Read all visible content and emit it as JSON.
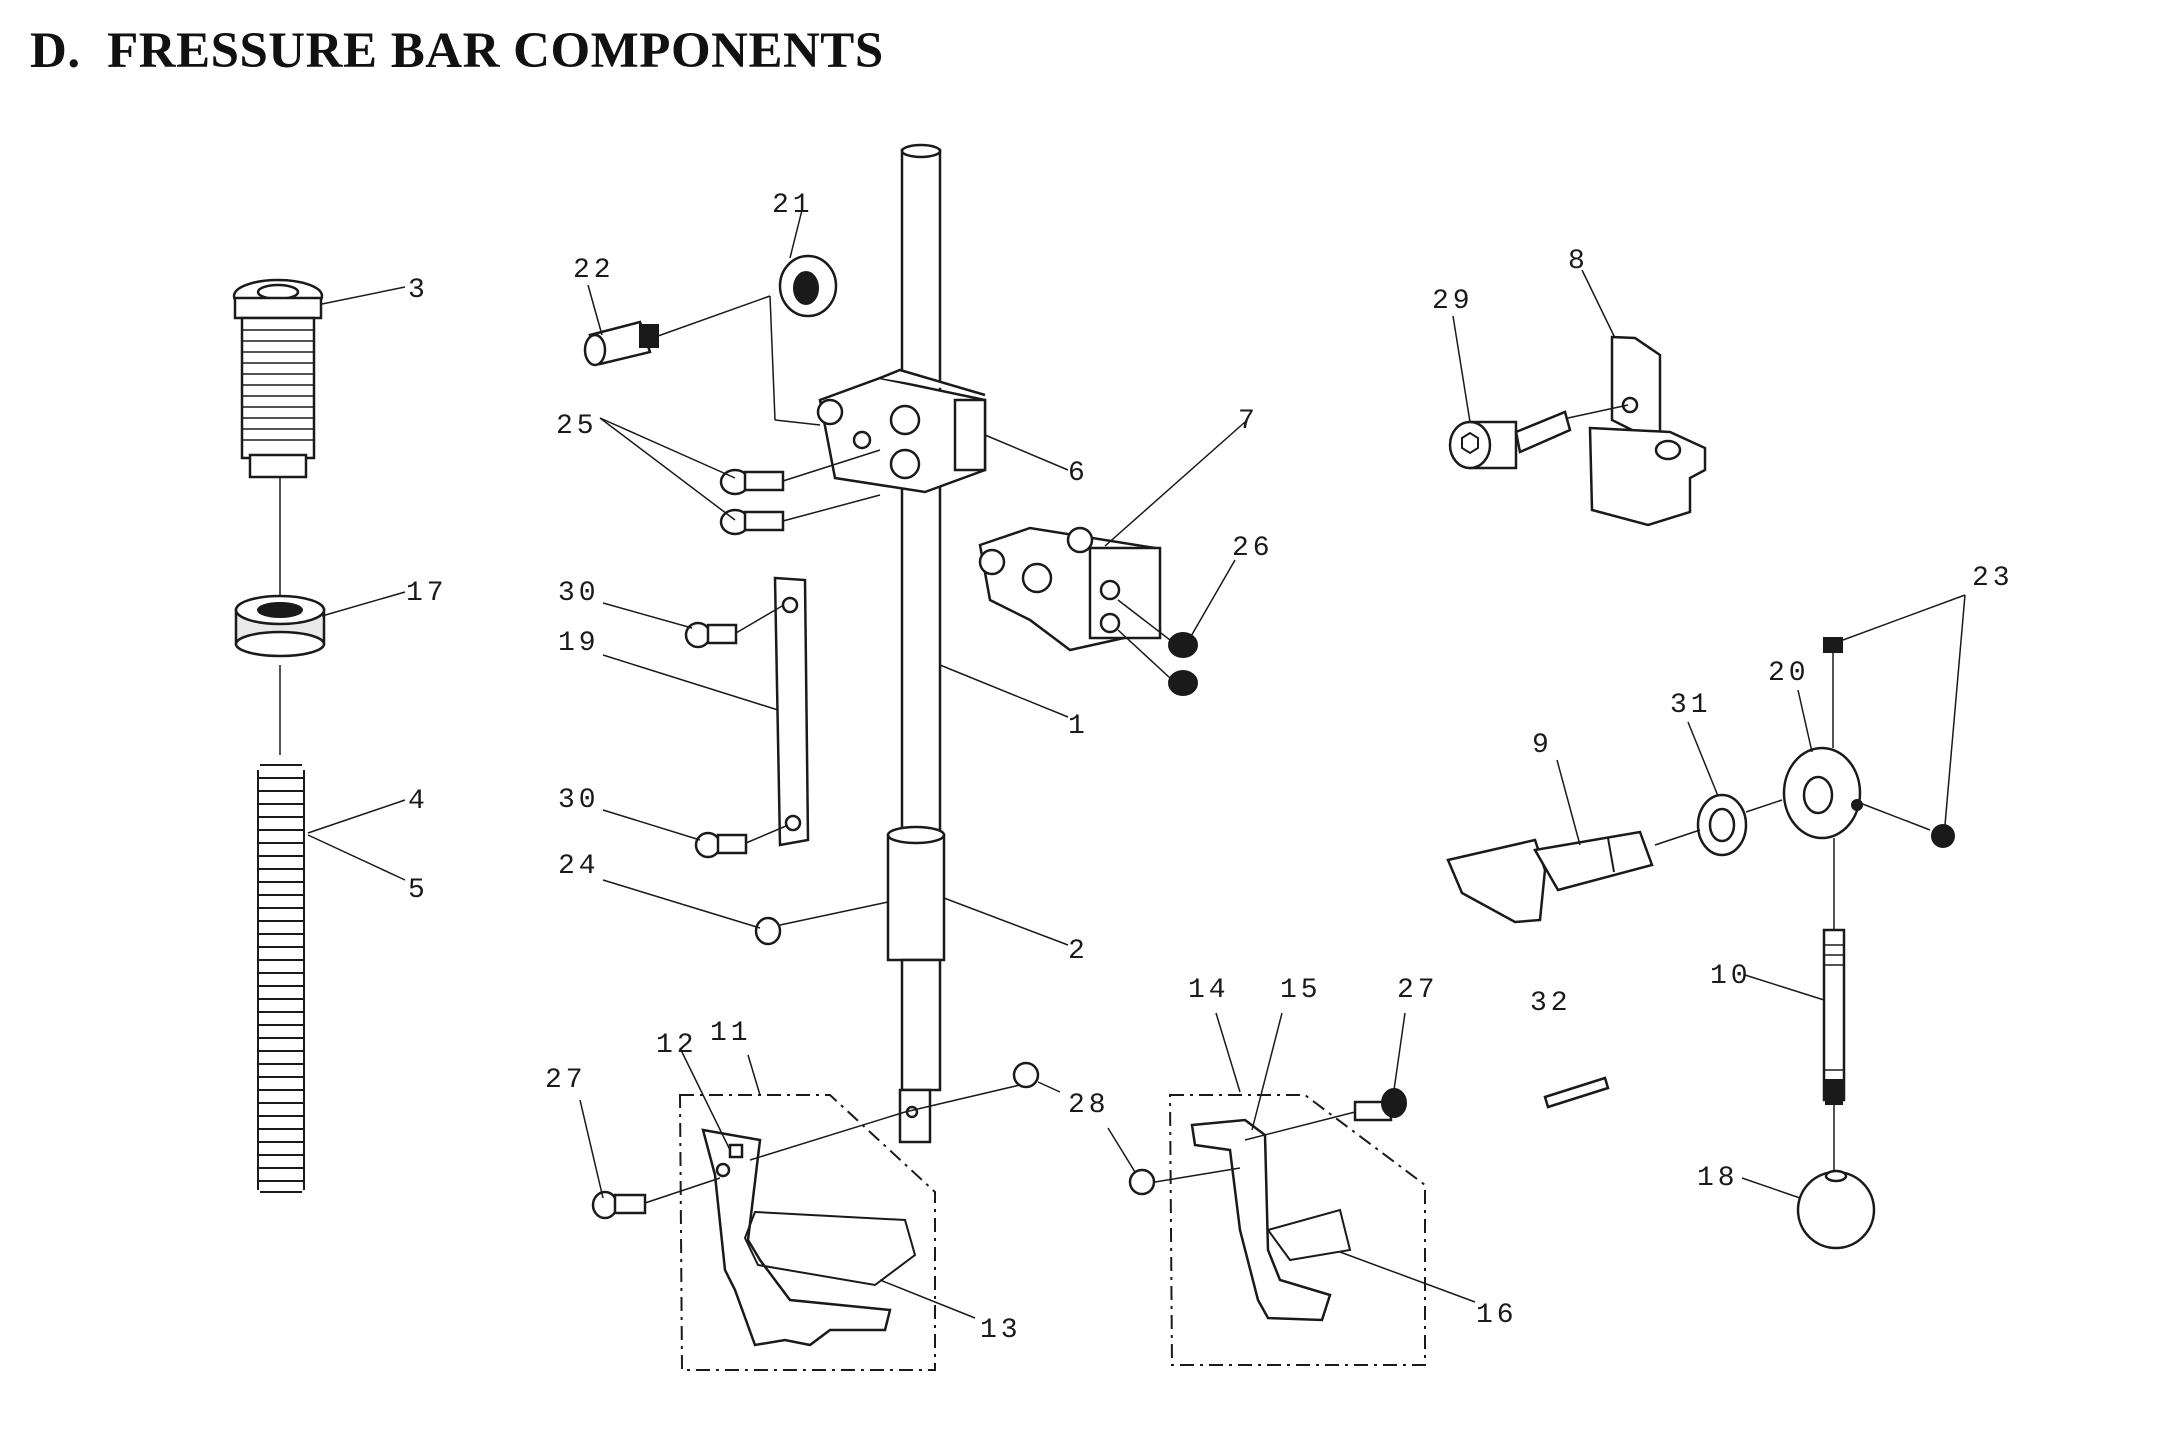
{
  "title": "D.  FRESSURE BAR COMPONENTS",
  "parts": [
    {
      "number": "1"
    },
    {
      "number": "2"
    },
    {
      "number": "3"
    },
    {
      "number": "4"
    },
    {
      "number": "5"
    },
    {
      "number": "6"
    },
    {
      "number": "7"
    },
    {
      "number": "8"
    },
    {
      "number": "9"
    },
    {
      "number": "10"
    },
    {
      "number": "11"
    },
    {
      "number": "12"
    },
    {
      "number": "13"
    },
    {
      "number": "14"
    },
    {
      "number": "15"
    },
    {
      "number": "16"
    },
    {
      "number": "17"
    },
    {
      "number": "18"
    },
    {
      "number": "19"
    },
    {
      "number": "20"
    },
    {
      "number": "21"
    },
    {
      "number": "22"
    },
    {
      "number": "23"
    },
    {
      "number": "24"
    },
    {
      "number": "25"
    },
    {
      "number": "26"
    },
    {
      "number": "27a",
      "label": "27"
    },
    {
      "number": "27b",
      "label": "27"
    },
    {
      "number": "28"
    },
    {
      "number": "29"
    },
    {
      "number": "30a",
      "label": "30"
    },
    {
      "number": "30b",
      "label": "30"
    },
    {
      "number": "31"
    },
    {
      "number": "32"
    }
  ],
  "labels": {
    "p1": "1",
    "p2": "2",
    "p3": "3",
    "p4": "4",
    "p5": "5",
    "p6": "6",
    "p7": "7",
    "p8": "8",
    "p9": "9",
    "p10": "10",
    "p11": "11",
    "p12": "12",
    "p13": "13",
    "p14": "14",
    "p15": "15",
    "p16": "16",
    "p17": "17",
    "p18": "18",
    "p19": "19",
    "p20": "20",
    "p21": "21",
    "p22": "22",
    "p23": "23",
    "p24": "24",
    "p25": "25",
    "p26": "26",
    "p27a": "27",
    "p27b": "27",
    "p28": "28",
    "p29": "29",
    "p30a": "30",
    "p30b": "30",
    "p31": "31",
    "p32": "32"
  }
}
